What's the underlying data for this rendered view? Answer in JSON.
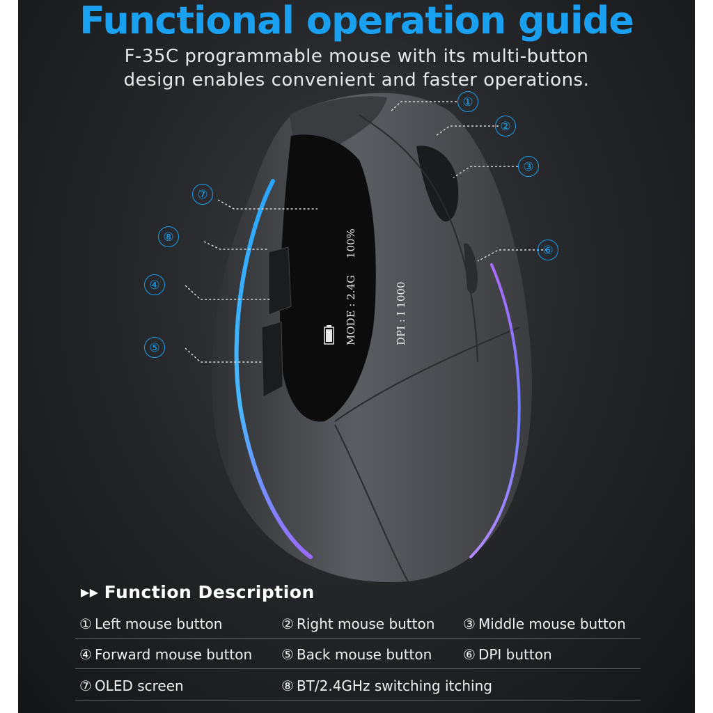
{
  "header": {
    "title": "Functional operation guide",
    "subtitle_line1": "F-35C programmable mouse with its multi-button",
    "subtitle_line2": "design enables convenient and faster operations."
  },
  "callouts": [
    "①",
    "②",
    "③",
    "⑥",
    "⑦",
    "⑧",
    "④",
    "⑤"
  ],
  "oled": {
    "line1": "MODE : 2.4G     100%",
    "line2": "DPI : I 1000"
  },
  "function_description": {
    "arrows": "▶▶",
    "heading": "Function Description",
    "rows": [
      [
        {
          "num": "①",
          "label": "Left mouse button"
        },
        {
          "num": "②",
          "label": "Right mouse button"
        },
        {
          "num": "③",
          "label": "Middle mouse button"
        }
      ],
      [
        {
          "num": "④",
          "label": "Forward mouse button"
        },
        {
          "num": "⑤",
          "label": "Back mouse button"
        },
        {
          "num": "⑥",
          "label": "DPI button"
        }
      ],
      [
        {
          "num": "⑦",
          "label": "OLED screen"
        },
        {
          "num": "⑧",
          "label": "BT/2.4GHz switching itching"
        }
      ]
    ]
  },
  "colors": {
    "accent": "#1aa0f0",
    "background": "#25272a",
    "mouse_body": "#55585c"
  }
}
